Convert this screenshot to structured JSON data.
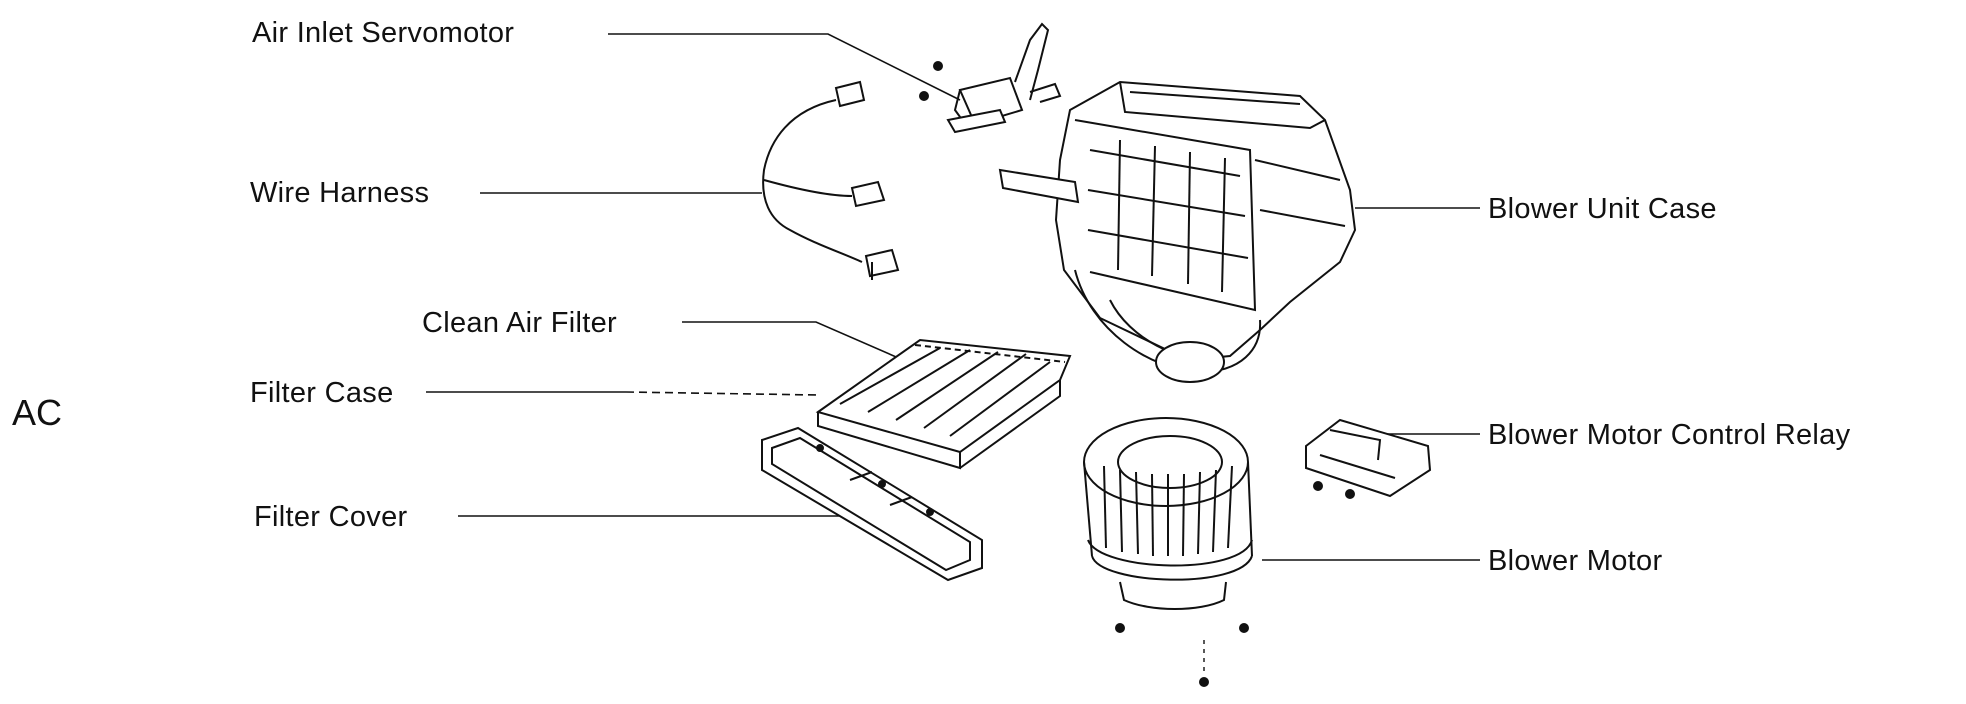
{
  "section_code": "AC",
  "labels": {
    "air_inlet_servomotor": "Air Inlet Servomotor",
    "wire_harness": "Wire Harness",
    "clean_air_filter": "Clean Air Filter",
    "filter_case": "Filter Case",
    "filter_cover": "Filter Cover",
    "blower_unit_case": "Blower Unit Case",
    "blower_motor_control_relay": "Blower Motor Control Relay",
    "blower_motor": "Blower Motor"
  },
  "colors": {
    "ink": "#111111",
    "background": "#ffffff"
  }
}
